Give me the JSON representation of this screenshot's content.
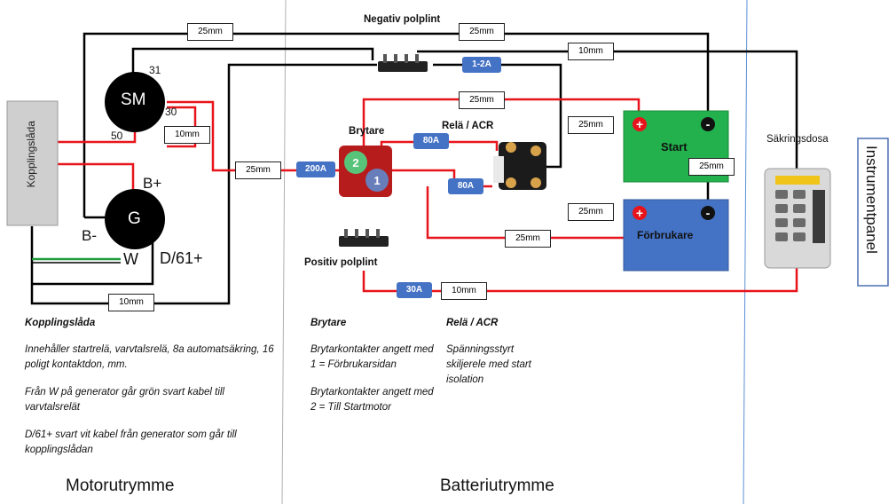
{
  "components": {
    "kopplingslada": "Kopplingslåda",
    "sm": "SM",
    "g": "G",
    "negativ_polplint": "Negativ polplint",
    "positiv_polplint": "Positiv polplint",
    "brytare": "Brytare",
    "rela_acr": "Relä / ACR",
    "start": "Start",
    "forbrukare": "Förbrukare",
    "sakringsdosa": "Säkringsdosa",
    "instrumentpanel": "Instrumentpanel"
  },
  "terminals": {
    "t31": "31",
    "t30": "30",
    "t50": "50",
    "b_plus": "B+",
    "b_minus": "B-",
    "w": "W",
    "d61": "D/61+"
  },
  "cable_labels": {
    "top_left_25mm": "25mm",
    "top_mid_25mm": "25mm",
    "top_right_10mm": "10mm",
    "fuse_1_2a": "1-2A",
    "mid_25mm": "25mm",
    "start_plus_25mm": "25mm",
    "sm_10mm": "10mm",
    "main_25mm": "25mm",
    "fuse_200a": "200A",
    "fuse_80a_upper": "80A",
    "fuse_80a_lower": "80A",
    "battery_link_25mm": "25mm",
    "forb_plus_25mm": "25mm",
    "forb_feed_25mm": "25mm",
    "fuse_30a": "30A",
    "panel_10mm": "10mm",
    "bottom_10mm": "10mm"
  },
  "notes": {
    "motor": {
      "heading": "Kopplingslåda",
      "p1": "Innehåller startrelä, varvtalsrelä, 8a automatsäkring, 16 poligt kontaktdon, mm.",
      "p2": "Från W på generator går grön svart kabel till varvtalsrelät",
      "p3": "D/61+ svart vit kabel från generator som går till kopplingslådan"
    },
    "brytare": {
      "heading": "Brytare",
      "p1": "Brytarkontakter angett med 1 = Förbrukarsidan",
      "p2": "Brytarkontakter angett med 2 = Till Startmotor"
    },
    "rela": {
      "heading": "Relä / ACR",
      "p1": "Spänningsstyrt skiljerele med start isolation"
    }
  },
  "zones": {
    "motorutrymme": "Motorutrymme",
    "batteriutrymme": "Batteriutrymme"
  },
  "colors": {
    "wire_black": "#000000",
    "wire_red": "#e8141b",
    "wire_green": "#1f9a3c",
    "fuse_blue": "#4472c4",
    "start_battery": "#22b14c",
    "consumer_battery": "#4472c4",
    "zone_divider_gray": "#b0b0b0",
    "zone_divider_blue": "#5b8fd6"
  }
}
